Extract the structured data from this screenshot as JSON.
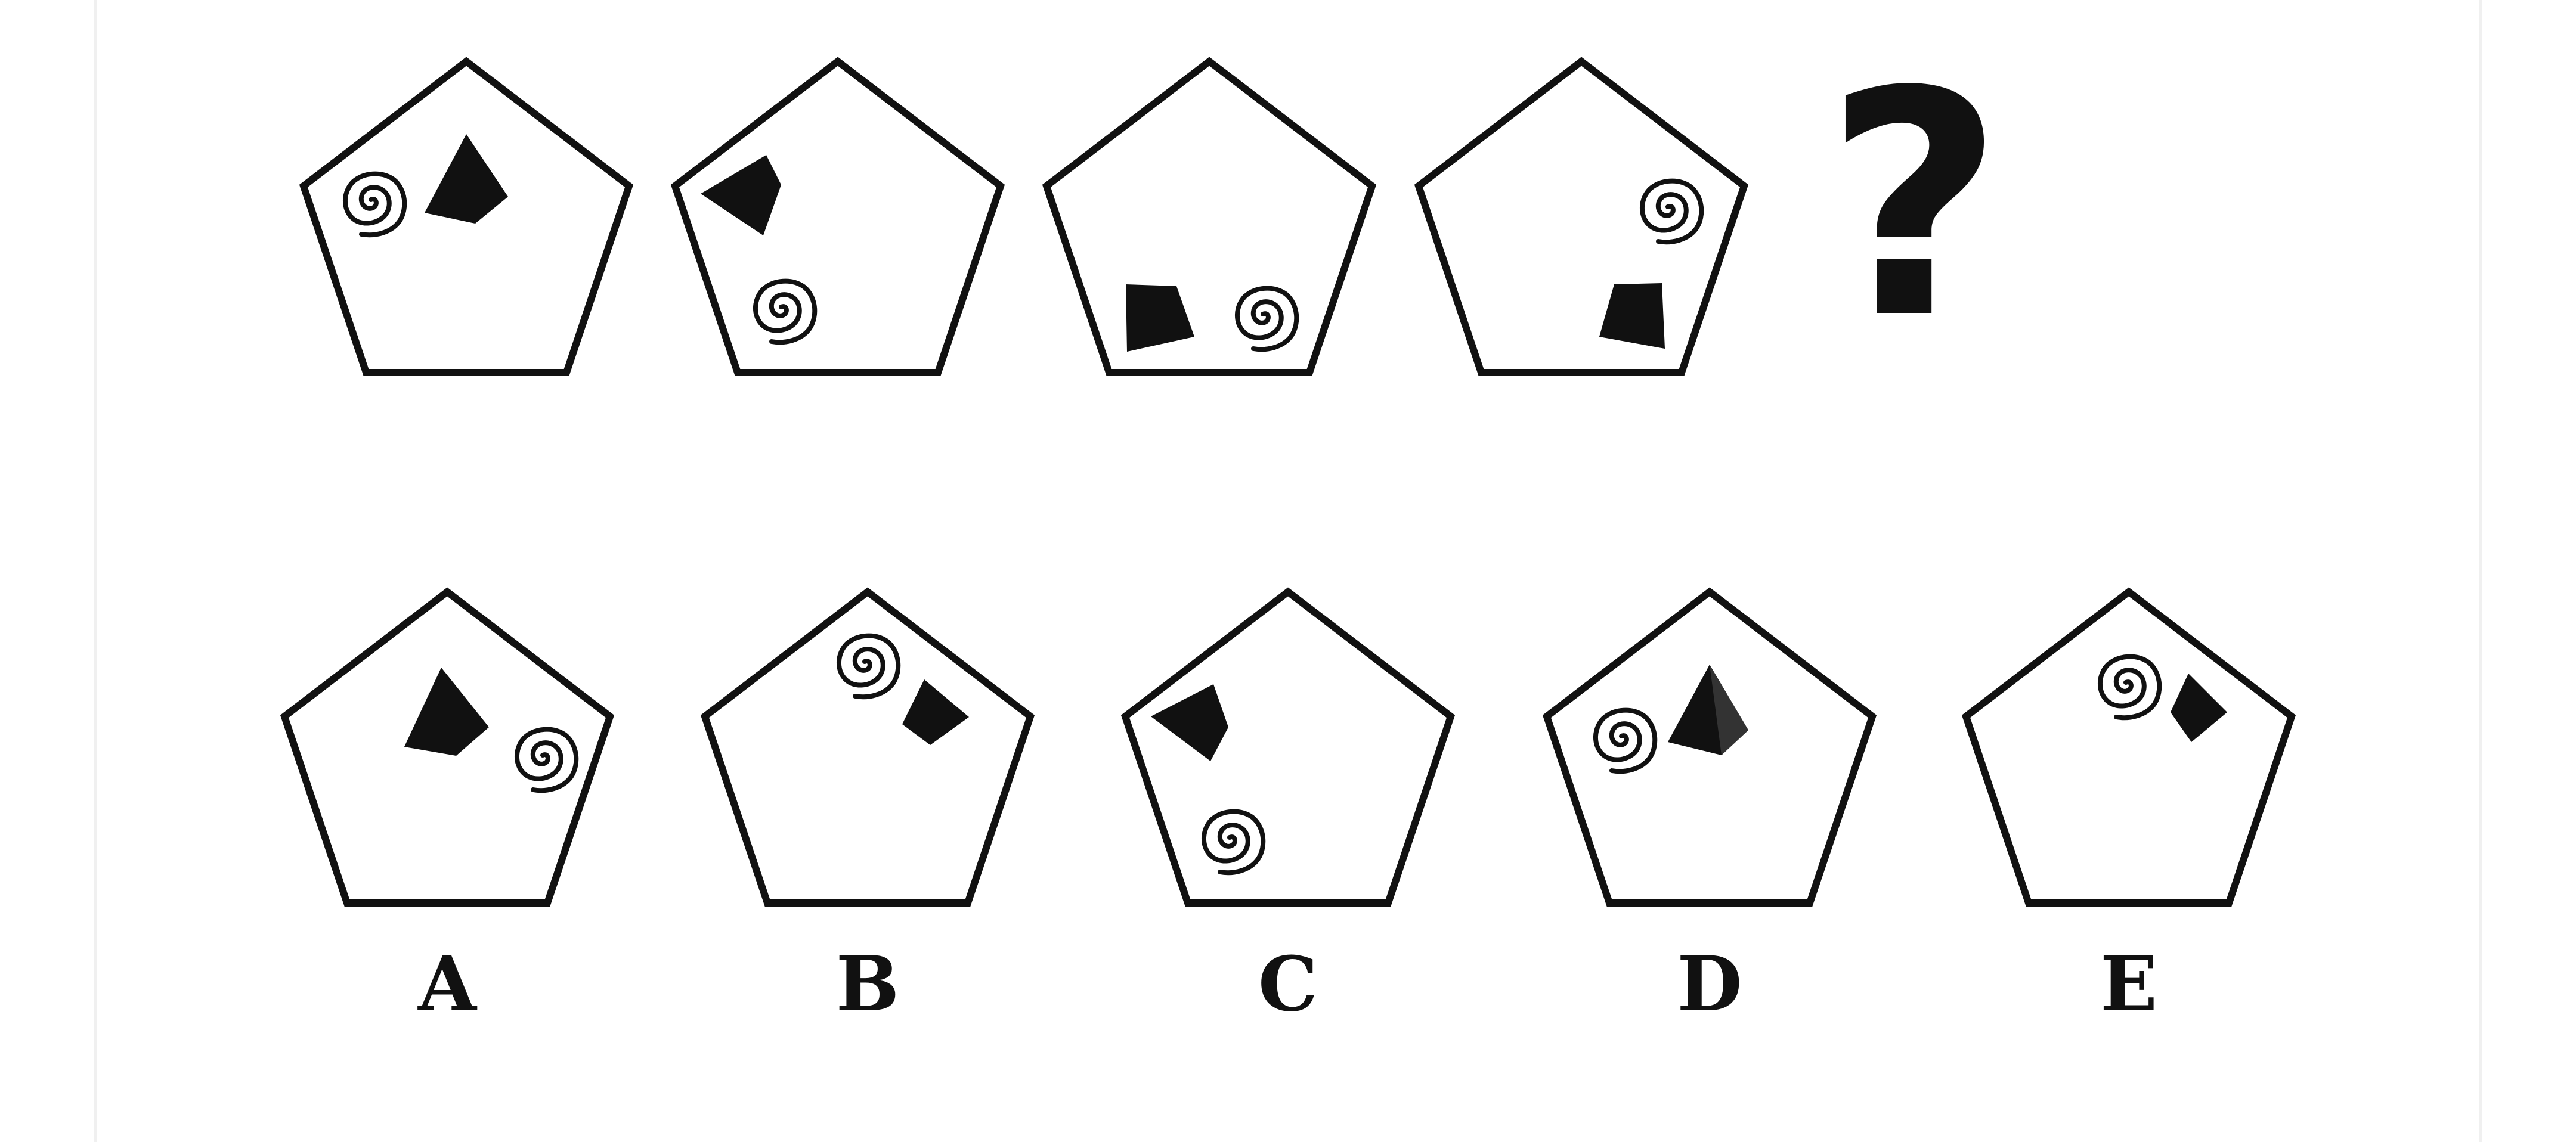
{
  "colors": {
    "background": "#ffffff",
    "outline": "#111111",
    "fill": "#111111",
    "frame": "#f0f0f0"
  },
  "puzzle": {
    "sequence": [
      {
        "name": "sequence-figure-1"
      },
      {
        "name": "sequence-figure-2"
      },
      {
        "name": "sequence-figure-3"
      },
      {
        "name": "sequence-figure-4"
      }
    ],
    "question_mark": "?",
    "options": [
      {
        "label": "A"
      },
      {
        "label": "B"
      },
      {
        "label": "C"
      },
      {
        "label": "D"
      },
      {
        "label": "E"
      }
    ]
  }
}
